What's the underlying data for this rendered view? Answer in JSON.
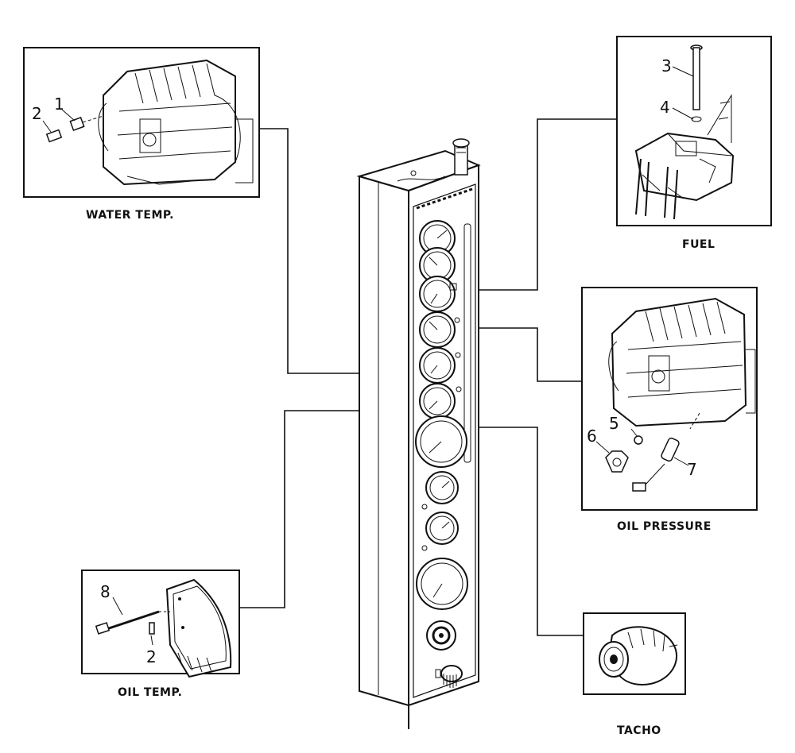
{
  "panels": {
    "water_temp": {
      "caption": "WATER TEMP.",
      "callouts": [
        "2",
        "1"
      ]
    },
    "fuel": {
      "caption": "FUEL",
      "callouts": [
        "3",
        "4"
      ]
    },
    "oil_pressure": {
      "caption": "OIL PRESSURE",
      "callouts": [
        "5",
        "6",
        "7"
      ]
    },
    "oil_temp": {
      "caption": "OIL TEMP.",
      "callouts": [
        "8",
        "2"
      ]
    },
    "tacho": {
      "caption": "TACHO"
    }
  }
}
